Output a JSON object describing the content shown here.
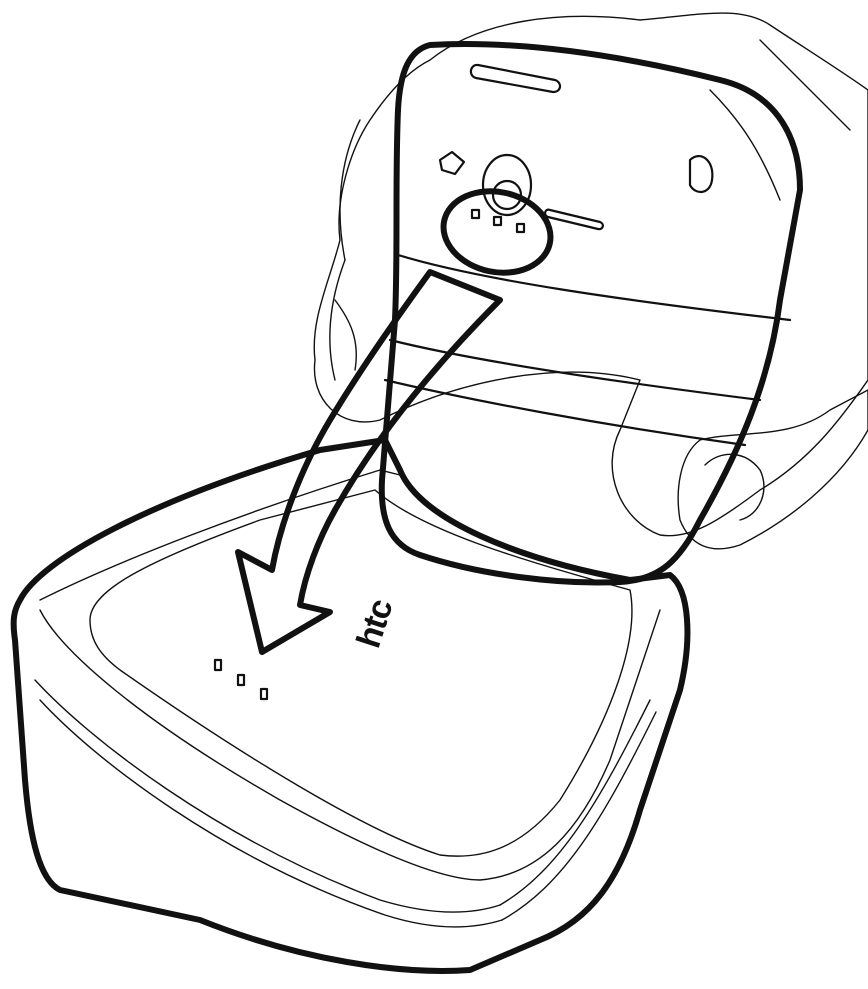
{
  "illustration": {
    "dock_brand_logo": "htc",
    "colors": {
      "line": "#111111",
      "phone_back": "#dcdcdc",
      "dock": "#ffffff",
      "hand": "#ffffff",
      "background": "#ffffff"
    },
    "icons": {
      "arrow": "curved-arrow-down",
      "highlight": "ellipse-callout"
    }
  }
}
